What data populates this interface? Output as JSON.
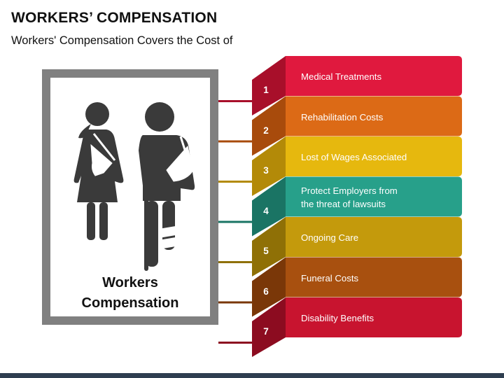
{
  "title": "WORKERS’ COMPENSATION",
  "subtitle": "Workers' Compensation Covers the Cost of",
  "frame": {
    "label_line1": "Workers",
    "label_line2": "Compensation",
    "icon": "injured-workers-pictogram"
  },
  "items": [
    {
      "number": "1",
      "lines": [
        "Medical Treatments"
      ],
      "color": "#e0193e",
      "dark": "#a80f2a"
    },
    {
      "number": "2",
      "lines": [
        "Rehabilitation Costs"
      ],
      "color": "#dc6a16",
      "dark": "#a84b0c"
    },
    {
      "number": "3",
      "lines": [
        "Lost of Wages Associated"
      ],
      "color": "#e6b80e",
      "dark": "#b38a08"
    },
    {
      "number": "4",
      "lines": [
        "Protect Employers from",
        "the threat of lawsuits"
      ],
      "color": "#27a08a",
      "dark": "#1a7464"
    },
    {
      "number": "5",
      "lines": [
        "Ongoing Care"
      ],
      "color": "#c49a0c",
      "dark": "#8f7006"
    },
    {
      "number": "6",
      "lines": [
        "Funeral Costs"
      ],
      "color": "#a8500f",
      "dark": "#7a3708"
    },
    {
      "number": "7",
      "lines": [
        "Disability Benefits"
      ],
      "color": "#c8142f",
      "dark": "#8c0c20"
    }
  ],
  "colors": {
    "frame": "#808080",
    "figure": "#3a3a3a",
    "footer": "#2e3e50"
  }
}
